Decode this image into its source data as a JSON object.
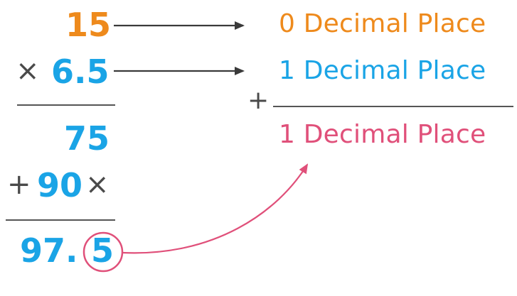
{
  "colors": {
    "orange": "#ee8a1c",
    "blue": "#1aa4e6",
    "pink": "#e0507a",
    "operator": "#4a4a4a",
    "arrow": "#3a3a3a",
    "rule": "#555555"
  },
  "multiplication": {
    "multiplicand": "15",
    "multiplier_sign": "×",
    "multiplier": "6.5",
    "partial_product_1": "75",
    "addition_sign": "+",
    "partial_product_2": "90",
    "placeholder_mark": "×",
    "result_whole": "97.",
    "result_decimal_digit": "5"
  },
  "decimal_places": {
    "multiplicand_label": "0 Decimal Place",
    "multiplier_label": "1 Decimal Place",
    "sum_sign": "+",
    "result_label": "1 Decimal Place"
  }
}
